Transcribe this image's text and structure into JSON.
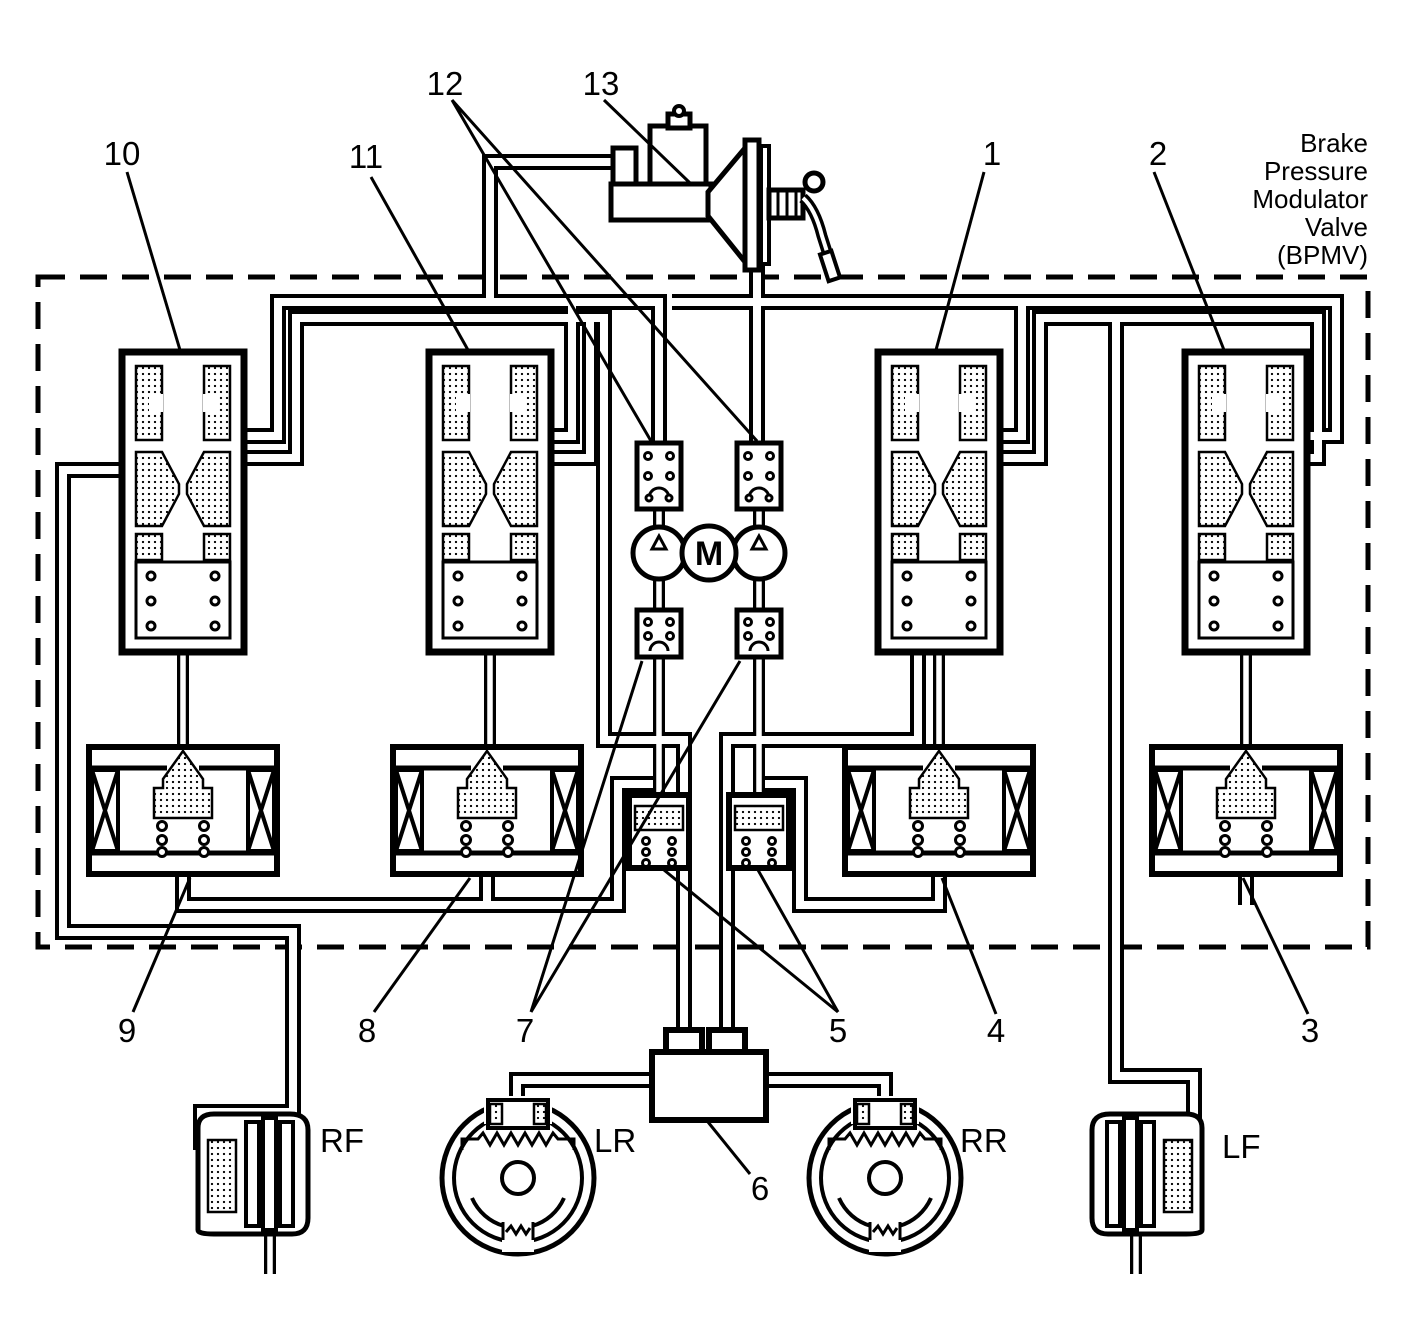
{
  "diagram_title": {
    "lines": [
      "Brake",
      "Pressure",
      "Modulator",
      "Valve",
      "(BPMV)"
    ]
  },
  "callouts": {
    "1": "1",
    "2": "2",
    "3": "3",
    "4": "4",
    "5": "5",
    "6": "6",
    "7": "7",
    "8": "8",
    "9": "9",
    "10": "10",
    "11": "11",
    "12": "12",
    "13": "13"
  },
  "wheel_labels": {
    "rf": "RF",
    "lr": "LR",
    "rr": "RR",
    "lf": "LF"
  },
  "motor_label": "M"
}
